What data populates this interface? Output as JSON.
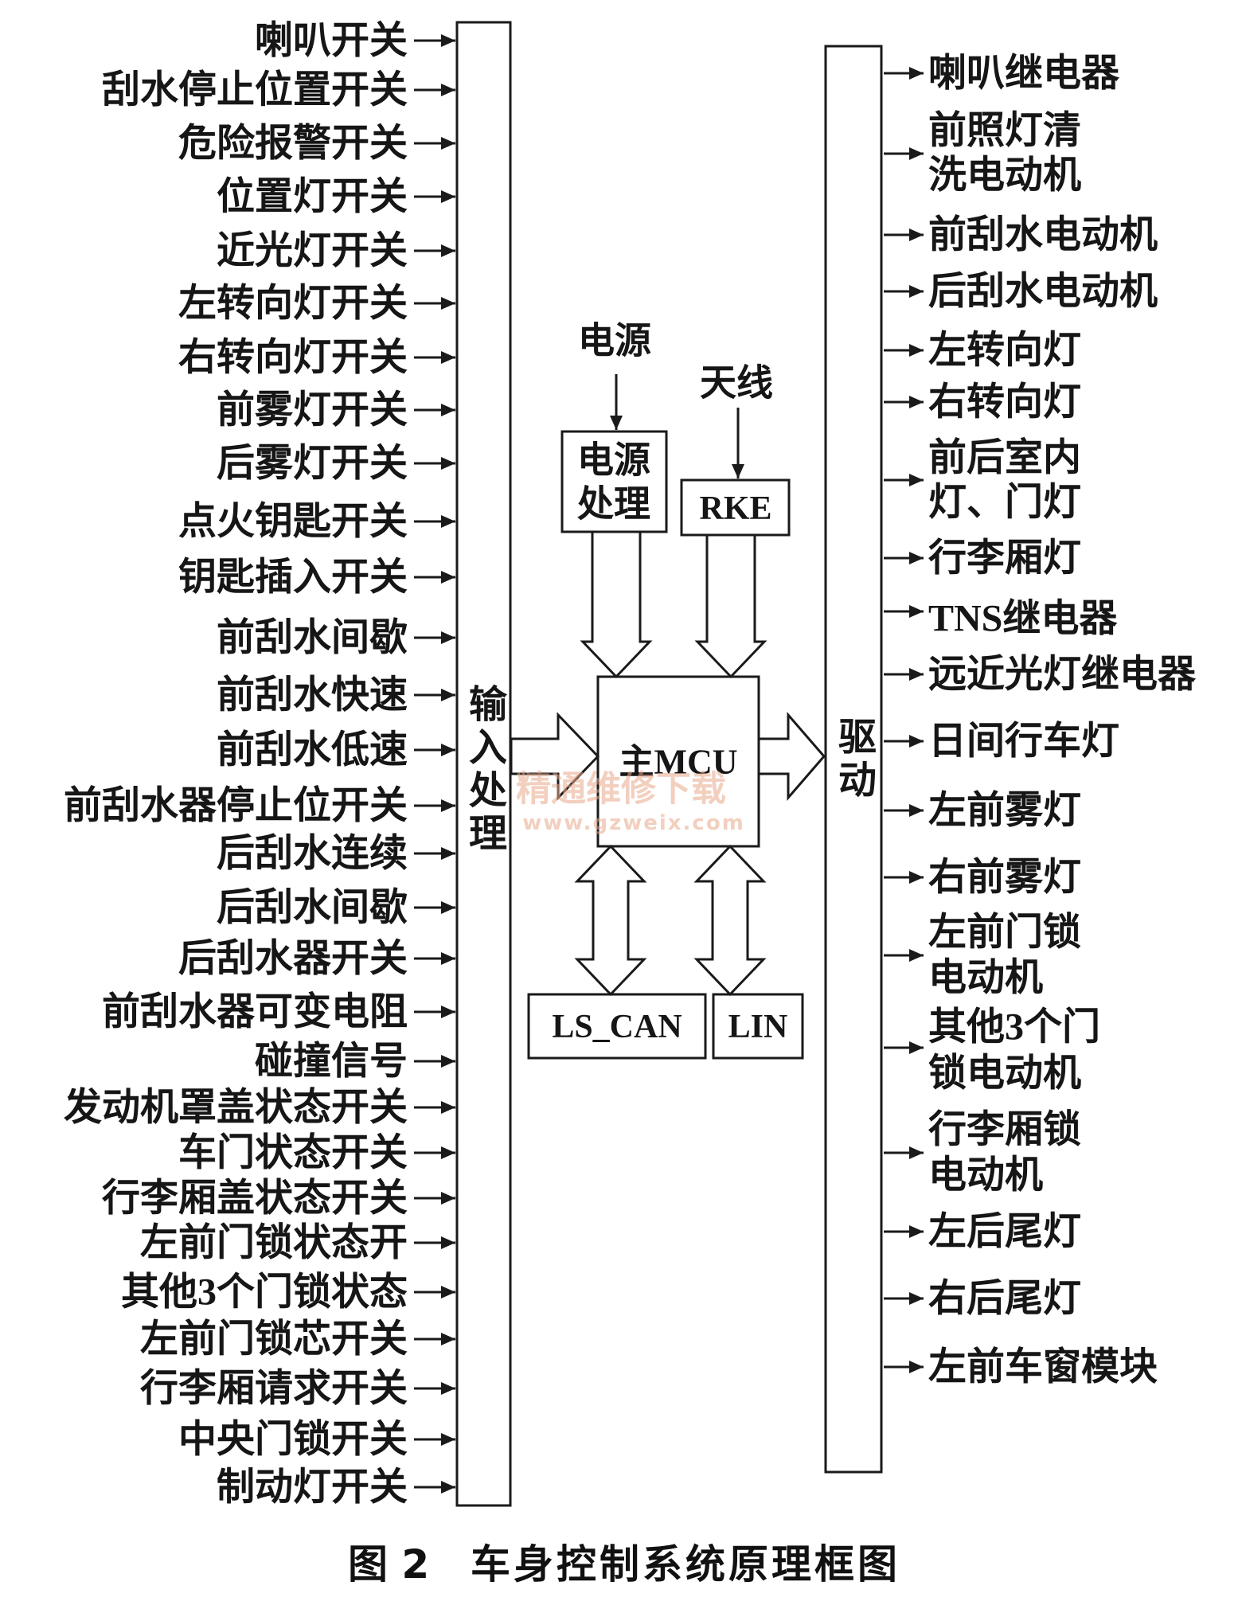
{
  "input_signals": [
    "喇叭开关",
    "刮水停止位置开关",
    "危险报警开关",
    "位置灯开关",
    "近光灯开关",
    "左转向灯开关",
    "右转向灯开关",
    "前雾灯开关",
    "后雾灯开关",
    "点火钥匙开关",
    "钥匙插入开关",
    "前刮水间歇",
    "前刮水快速",
    "前刮水低速",
    "前刮水器停止位开关",
    "后刮水连续",
    "后刮水间歇",
    "后刮水器开关",
    "前刮水器可变电阻",
    "碰撞信号",
    "发动机罩盖状态开关",
    "车门状态开关",
    "行李厢盖状态开关",
    "左前门锁状态开",
    "其他3个门锁状态",
    "左前门锁芯开关",
    "行李厢请求开关",
    "中央门锁开关",
    "制动灯开关"
  ],
  "output_loads": [
    [
      "喇叭继电器"
    ],
    [
      "前照灯清",
      "洗电动机"
    ],
    [
      "前刮水电动机"
    ],
    [
      "后刮水电动机"
    ],
    [
      "左转向灯"
    ],
    [
      "右转向灯"
    ],
    [
      "前后室内",
      "灯、门灯"
    ],
    [
      "行李厢灯"
    ],
    [
      "TNS继电器"
    ],
    [
      "远近光灯继电器"
    ],
    [
      "日间行车灯"
    ],
    [
      "左前雾灯"
    ],
    [
      "右前雾灯"
    ],
    [
      "左前门锁",
      "电动机"
    ],
    [
      "其他3个门",
      "锁电动机"
    ],
    [
      "行李厢锁",
      "电动机"
    ],
    [
      "左后尾灯"
    ],
    [
      "右后尾灯"
    ],
    [
      "左前车窗模块"
    ]
  ],
  "blocks": {
    "input_processing": "输入处理",
    "driver": "驱动",
    "mcu": "主MCU",
    "power_label": "电源",
    "power_processing": [
      "电源",
      "处理"
    ],
    "antenna_label": "天线",
    "rke": "RKE",
    "ls_can": "LS_CAN",
    "lin": "LIN"
  },
  "watermark": {
    "text": "精通维修下载",
    "url": "www.gzweix.com"
  },
  "caption": {
    "figure_number": "图 2",
    "title": "车身控制系统原理框图"
  }
}
